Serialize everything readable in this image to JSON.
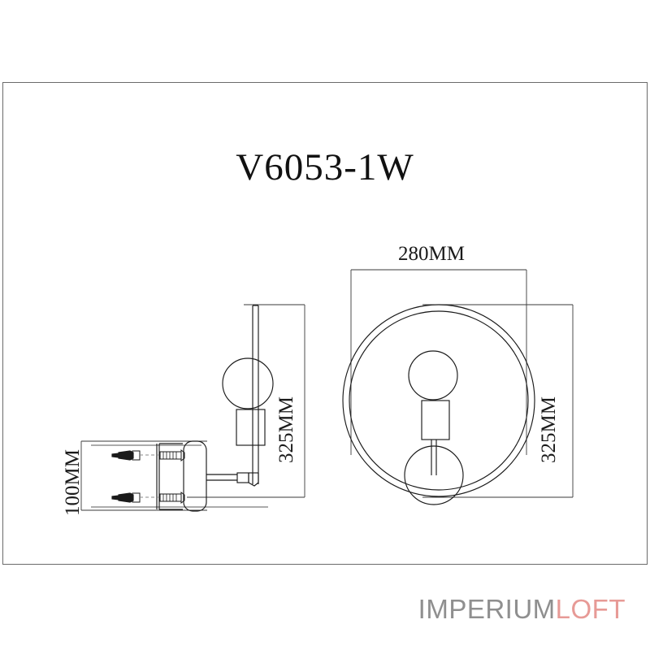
{
  "document": {
    "title": "V6053-1W",
    "sheet_background": "#ffffff",
    "frame_color": "#6b6b6b",
    "line_color": "#1a1a1a"
  },
  "dimensions": {
    "width_top": "280MM",
    "height_right": "325MM",
    "height_left": "325MM",
    "depth_left": "100MM"
  },
  "views": {
    "side_view": {
      "name": "side-elevation",
      "parts": [
        "wall-plate",
        "mounting-bracket",
        "screw-upper",
        "screw-lower",
        "anchor-upper",
        "anchor-lower",
        "arm",
        "ring-edge",
        "bulb",
        "socket"
      ]
    },
    "front_view": {
      "name": "front-elevation",
      "parts": [
        "outer-ring",
        "inner-ring",
        "bulb",
        "socket",
        "stem",
        "wall-mount-sphere"
      ]
    }
  },
  "branding": {
    "name_primary": "IMPERIUM",
    "name_secondary": "LOFT",
    "color_primary": "#8f8f8f",
    "color_secondary": "#e79a96"
  }
}
